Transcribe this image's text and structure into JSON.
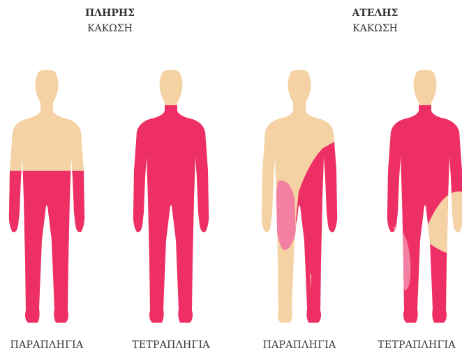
{
  "colors": {
    "skin": "#F5D2A4",
    "affected": "#EE2F65",
    "partial": "#F37FA2",
    "text": "#333333"
  },
  "headers": {
    "complete": {
      "line1": "ΠΛΗΡΗΣ",
      "line2": "ΚΑΚΩΣΗ"
    },
    "incomplete": {
      "line1": "ΑΤΕΛΗΣ",
      "line2": "ΚΑΚΩΣΗ"
    }
  },
  "figures": [
    {
      "caption": "ΠΑΡΑΠΛΗΓΙΑ"
    },
    {
      "caption": "ΤΕΤΡΑΠΛΗΓΙΑ"
    },
    {
      "caption": "ΠΑΡΑΠΛΗΓΙΑ"
    },
    {
      "caption": "ΤΕΤΡΑΠΛΗΓΙΑ"
    }
  ]
}
